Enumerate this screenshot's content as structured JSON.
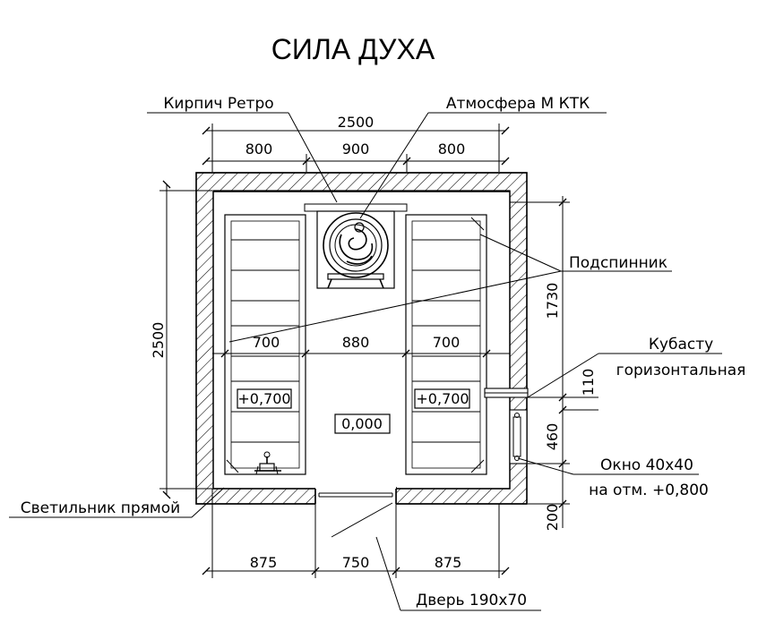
{
  "title": "СИЛА ДУХА",
  "labels": {
    "brick": "Кирпич Ретро",
    "stove": "Атмосфера М КТК",
    "under_bench": "Подспинник",
    "kubasta_1": "Кубасту",
    "kubasta_2": "горизонтальная",
    "window_1": "Окно 40х40",
    "window_2": "на отм. +0,800",
    "lamp": "Светильник прямой",
    "door": "Дверь 190х70"
  },
  "dimensions": {
    "top_total": "2500",
    "top_left": "800",
    "top_middle": "900",
    "top_right": "800",
    "left_total": "2500",
    "inner_left": "700",
    "inner_middle": "880",
    "inner_right": "700",
    "right_upper": "1730",
    "right_vent": "110",
    "right_window": "460",
    "right_bottom": "200",
    "bottom_left": "875",
    "bottom_middle": "750",
    "bottom_right": "875"
  },
  "levels": {
    "left_bench": "+0,700",
    "right_bench": "+0,700",
    "floor": "0,000"
  }
}
